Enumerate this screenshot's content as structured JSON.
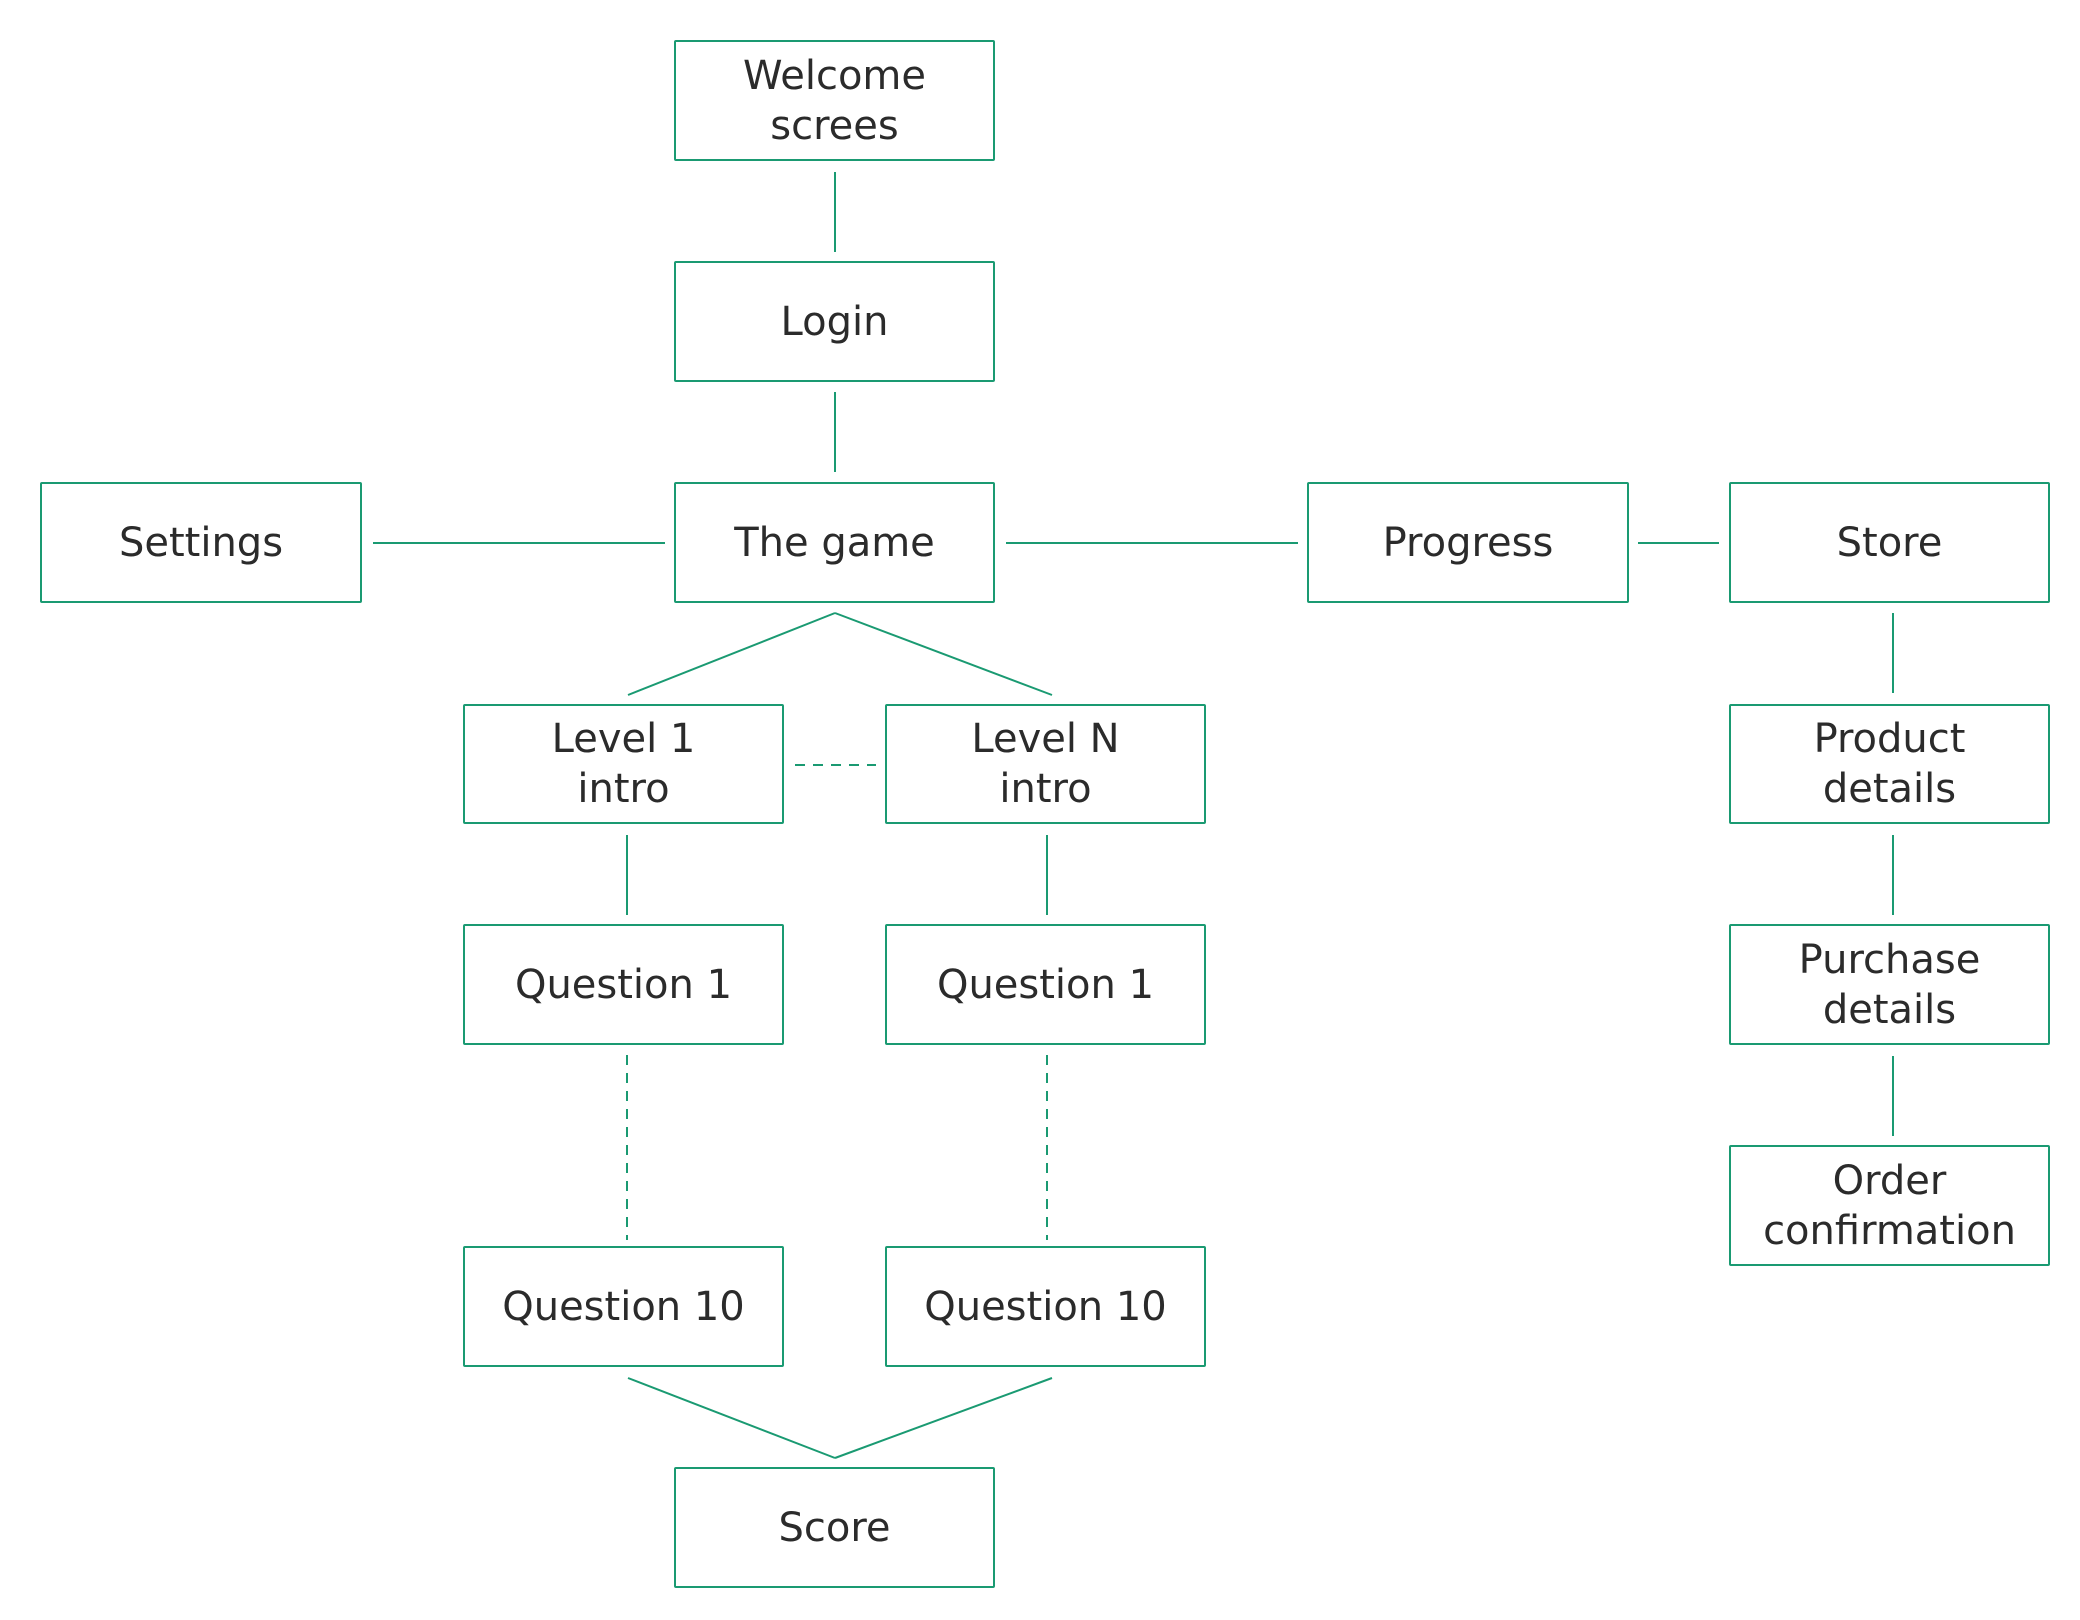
{
  "colors": {
    "stroke": "#1a9a72",
    "text": "#2b2b2b",
    "background": "#ffffff"
  },
  "nodes": {
    "welcome": "Welcome\nscrees",
    "login": "Login",
    "settings": "Settings",
    "game": "The game",
    "progress": "Progress",
    "store": "Store",
    "level1": "Level 1\nintro",
    "levelN": "Level N\nintro",
    "q1_left": "Question 1",
    "q1_right": "Question 1",
    "q10_left": "Question 10",
    "q10_right": "Question 10",
    "score": "Score",
    "product": "Product\ndetails",
    "purchase": "Purchase\ndetails",
    "order": "Order\nconfirmation"
  },
  "edges": [
    {
      "from": "welcome",
      "to": "login",
      "style": "solid"
    },
    {
      "from": "login",
      "to": "game",
      "style": "solid"
    },
    {
      "from": "settings",
      "to": "game",
      "style": "solid"
    },
    {
      "from": "game",
      "to": "progress",
      "style": "solid"
    },
    {
      "from": "progress",
      "to": "store",
      "style": "solid"
    },
    {
      "from": "game",
      "to": "level1",
      "style": "solid"
    },
    {
      "from": "game",
      "to": "levelN",
      "style": "solid"
    },
    {
      "from": "level1",
      "to": "levelN",
      "style": "dashed"
    },
    {
      "from": "level1",
      "to": "q1_left",
      "style": "solid"
    },
    {
      "from": "levelN",
      "to": "q1_right",
      "style": "solid"
    },
    {
      "from": "q1_left",
      "to": "q10_left",
      "style": "dashed"
    },
    {
      "from": "q1_right",
      "to": "q10_right",
      "style": "dashed"
    },
    {
      "from": "q10_left",
      "to": "score",
      "style": "solid"
    },
    {
      "from": "q10_right",
      "to": "score",
      "style": "solid"
    },
    {
      "from": "store",
      "to": "product",
      "style": "solid"
    },
    {
      "from": "product",
      "to": "purchase",
      "style": "solid"
    },
    {
      "from": "purchase",
      "to": "order",
      "style": "solid"
    }
  ]
}
